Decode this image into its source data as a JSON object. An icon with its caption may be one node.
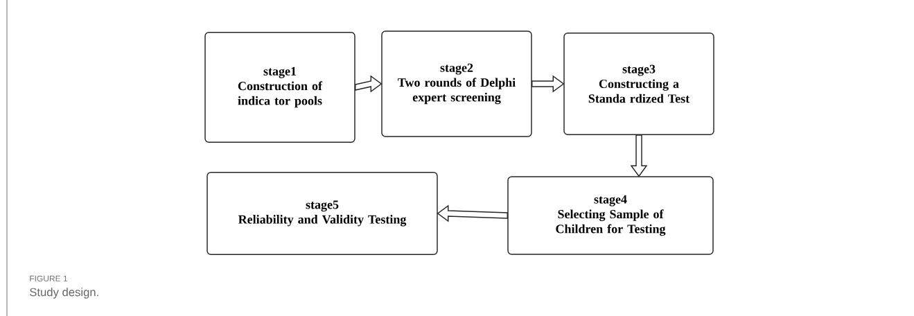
{
  "diagram": {
    "caption": "Study design.",
    "nodes": [
      {
        "text": [
          "stage1",
          "Construction of indica tor pools"
        ]
      },
      {
        "text": [
          "stage2",
          "Two rounds of Delphi expert screening"
        ]
      },
      {
        "text": [
          "stage3",
          "Constructing a Standa rdized Test"
        ]
      },
      {
        "text": [
          "stage4",
          "Selecting Sample of Children for Testing"
        ]
      },
      {
        "text": [
          "stage5",
          "Reliability and Validity Testing"
        ]
      }
    ],
    "edges": [
      {
        "from": 0,
        "to": 1,
        "arrow": "to"
      },
      {
        "from": 1,
        "to": 2,
        "arrow": "to"
      },
      {
        "from": 2,
        "to": 3,
        "arrow": "to"
      },
      {
        "from": 3,
        "to": 4,
        "arrow": "to"
      }
    ],
    "labels": [
      "FIGURE 1"
    ]
  }
}
